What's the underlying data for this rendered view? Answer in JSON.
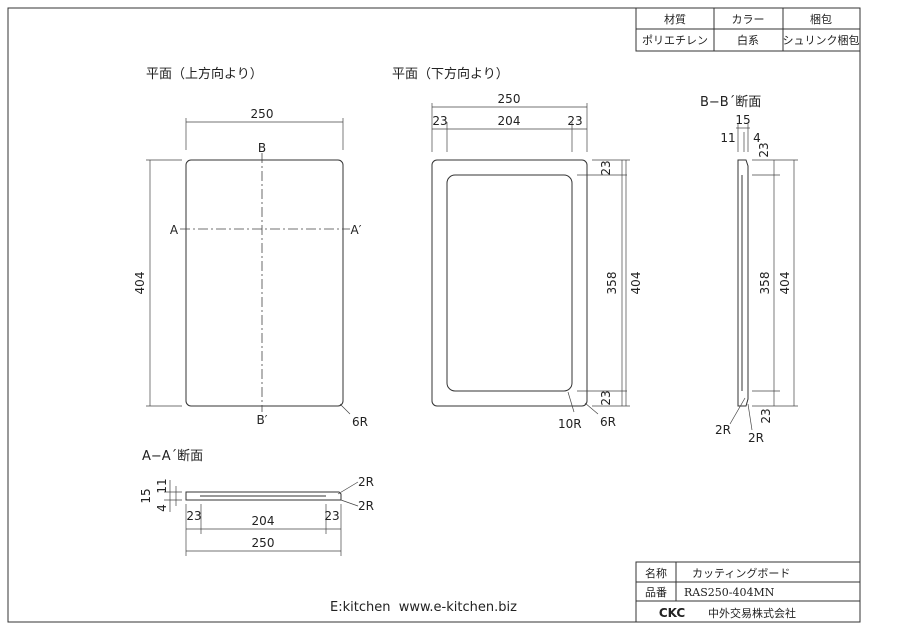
{
  "spec_table": {
    "headers": [
      "材質",
      "カラー",
      "梱包"
    ],
    "values": [
      "ポリエチレン",
      "白系",
      "シュリンク梱包"
    ]
  },
  "views": {
    "top": {
      "title": "平面（上方向より）",
      "width": "250",
      "height": "404",
      "label_b": "B",
      "label_b2": "B′",
      "label_a": "A",
      "label_a2": "A′",
      "radius": "6R"
    },
    "bottom": {
      "title": "平面（下方向より）",
      "width": "250",
      "w_left": "23",
      "w_mid": "204",
      "w_right": "23",
      "h_top": "23",
      "h_mid": "358",
      "h_bottom": "23",
      "height": "404",
      "radius_inner": "10R",
      "radius_outer": "6R"
    },
    "section_bb": {
      "title": "B−B´断面",
      "t_total": "15",
      "t_a": "11",
      "t_b": "4",
      "h_top": "23",
      "h_mid": "358",
      "h_total": "404",
      "h_bottom": "23",
      "radius_1": "2R",
      "radius_2": "2R"
    },
    "section_aa": {
      "title": "A−A´断面",
      "t_total": "15",
      "t_a": "11",
      "t_b": "4",
      "w_left": "23",
      "w_mid": "204",
      "w_right": "23",
      "width": "250",
      "radius_1": "2R",
      "radius_2": "2R"
    }
  },
  "footer": {
    "website": "E:kitchen  www.e-kitchen.biz"
  },
  "title_block": {
    "name_label": "名称",
    "name_value": "カッティングボード",
    "code_label": "品番",
    "code_value": "RAS250-404MN",
    "logo": "CKC",
    "company": "中外交易株式会社"
  }
}
